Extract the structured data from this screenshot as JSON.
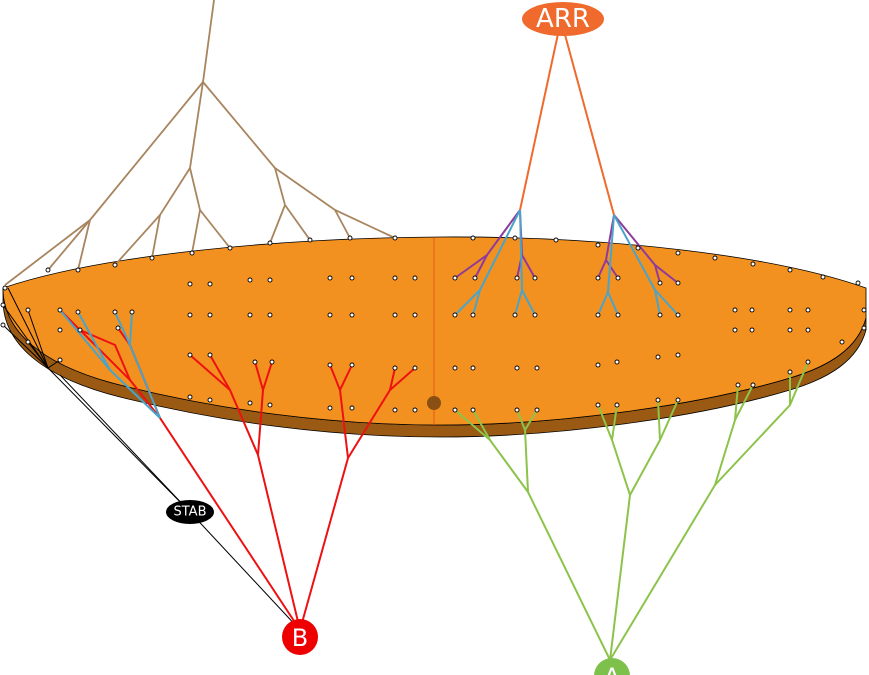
{
  "nodes": {
    "arr": {
      "label": "ARR",
      "color": "#ef6a2c"
    },
    "b": {
      "label": "B",
      "color": "#ee0000"
    },
    "a": {
      "label": "A",
      "color": "#7dc14a"
    },
    "stab": {
      "label": "STAB",
      "color": "#000000"
    }
  },
  "colors": {
    "disk_top": "#f39120",
    "disk_side": "#9a5a14",
    "brown_tree": "#a8855e",
    "red_tree": "#ee1111",
    "green_tree": "#8cc34a",
    "orange_tree": "#ef6a2c",
    "blue_branch": "#4aa3c9",
    "purple_branch": "#8e3b9c",
    "dot_fill": "#ffffff",
    "dot_stroke": "#000000"
  }
}
